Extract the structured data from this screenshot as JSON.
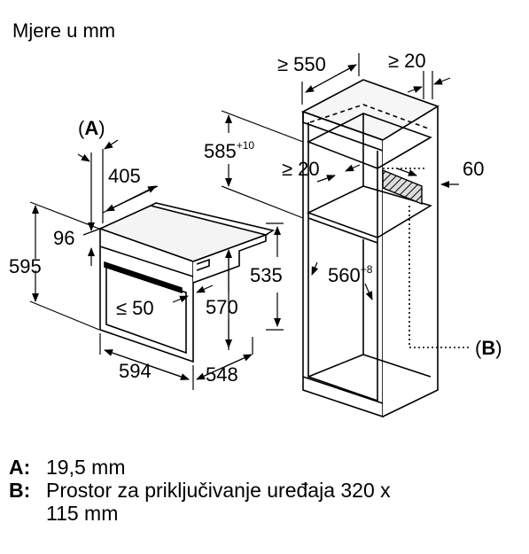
{
  "title": "Mjere u mm",
  "labels": {
    "a_marker_open": "(",
    "a_marker_letter": "A",
    "a_marker_close": ")",
    "oven_depth_top": "405",
    "oven_panel": "96",
    "oven_height": "595",
    "gap_le50": "≤ 50",
    "oven_width": "594",
    "oven_depth": "548",
    "oven_inner_height": "570",
    "niche_height": "535",
    "cabinet_depth": "≥ 550",
    "top_gap": "≥ 20",
    "niche_depth": "585",
    "niche_depth_tol": "+10",
    "rear_gap": "≥ 20",
    "vent": "60",
    "niche_width": "560",
    "niche_width_tol": "+8",
    "b_marker_open": "(",
    "b_marker_letter": "B",
    "b_marker_close": ")"
  },
  "legend": [
    {
      "key": "A:",
      "text": "19,5 mm"
    },
    {
      "key": "B:",
      "text": "Prostor za priključivanje uređaja 320 x",
      "cont": "115 mm"
    }
  ]
}
